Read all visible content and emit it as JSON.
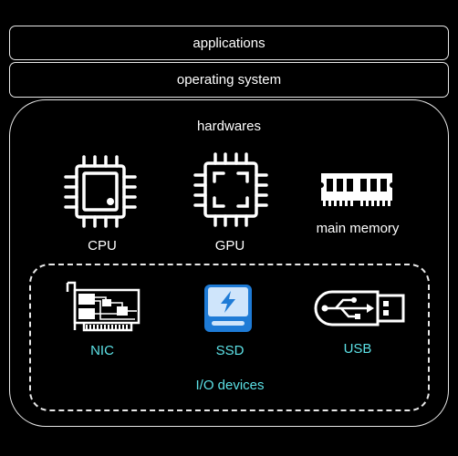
{
  "layers": {
    "applications": "applications",
    "operating_system": "operating system",
    "hardware_title": "hardwares"
  },
  "hardware": {
    "cpu": "CPU",
    "gpu": "GPU",
    "memory": "main memory"
  },
  "io": {
    "nic": "NIC",
    "ssd": "SSD",
    "usb": "USB",
    "title": "I/O devices"
  },
  "colors": {
    "background": "#000000",
    "line": "#e8e8e8",
    "io_label": "#5ce1e6",
    "ssd_blue": "#1e7bd6"
  },
  "icons": [
    "cpu-icon",
    "gpu-icon",
    "memory-icon",
    "nic-icon",
    "ssd-icon",
    "usb-icon"
  ]
}
